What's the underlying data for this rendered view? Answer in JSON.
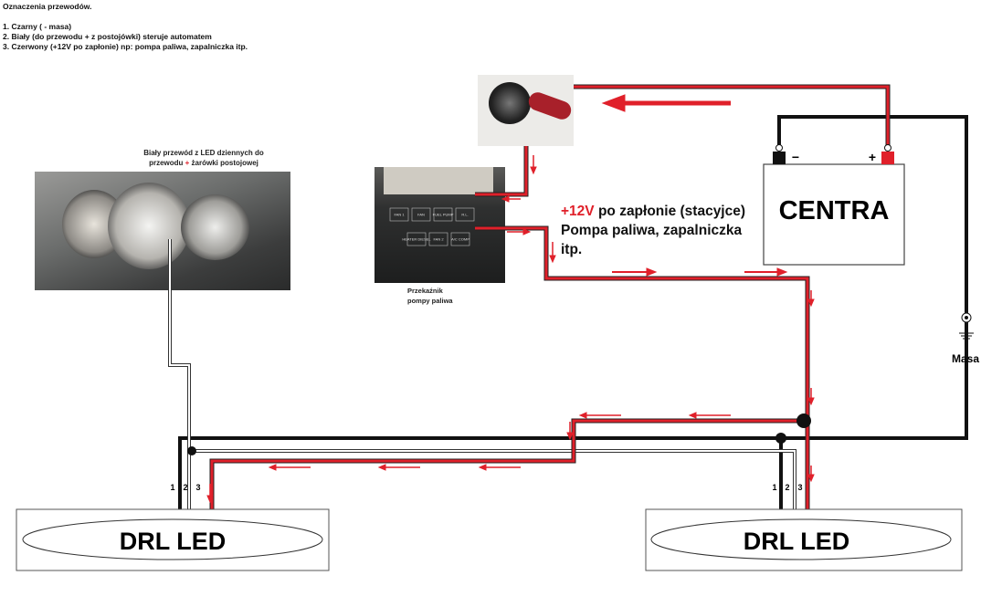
{
  "legend": {
    "title": "Oznaczenia przewodów.",
    "items": [
      "1. Czarny ( - masa)",
      "2. Biały (do przewodu + z postojówki) steruje automatem",
      "3. Czerwony (+12V po zapłonie) np: pompa paliwa, zapalniczka itp."
    ]
  },
  "headlight_caption": {
    "line1": "Biały przewód z LED dziennych do",
    "line2_a": "przewodu ",
    "line2_plus": "+",
    "line2_b": " żarówki postojowej"
  },
  "fuse_caption": {
    "line1": "Przekaźnik",
    "line2": "pompy paliwa"
  },
  "ignition_text": {
    "voltage": "+12V",
    "line1_rest": " po zapłonie (stacyjce)",
    "line2": "Pompa paliwa, zapalniczka",
    "line3": "itp."
  },
  "battery": {
    "label": "CENTRA",
    "minus": "−",
    "plus": "+"
  },
  "ground_label": "Masa",
  "drl_left": {
    "label": "DRL LED",
    "wires": [
      "1",
      "2",
      "3"
    ]
  },
  "drl_right": {
    "label": "DRL LED",
    "wires": [
      "1",
      "2",
      "3"
    ]
  },
  "fuse_labels": [
    "FAN 1",
    "FAN",
    "FUEL PUMP",
    "R.L.",
    "HEATER DIESEL",
    "FAN 2",
    "A/C COMP"
  ],
  "colors": {
    "red": "#e0202a",
    "black": "#111111",
    "white_wire": "#ffffff"
  }
}
